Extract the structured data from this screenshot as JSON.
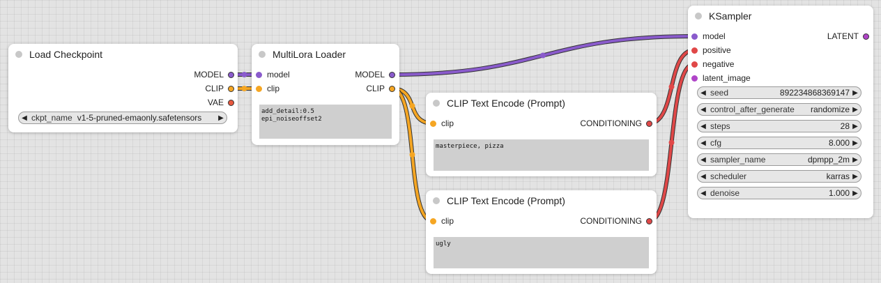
{
  "colors": {
    "model": "#8a5bcc",
    "clip": "#f5a623",
    "vae": "#e8583e",
    "conditioning": "#e04848",
    "latent": "#b044c8",
    "background": "#e3e3e3"
  },
  "load_checkpoint": {
    "title": "Load Checkpoint",
    "outputs": [
      "MODEL",
      "CLIP",
      "VAE"
    ],
    "ckpt_name": {
      "name": "ckpt_name",
      "value": "v1-5-pruned-emaonly.safetensors"
    }
  },
  "multilora": {
    "title": "MultiLora Loader",
    "inputs": [
      "model",
      "clip"
    ],
    "outputs": [
      "MODEL",
      "CLIP"
    ],
    "text": "add_detail:0.5\nepi_noiseoffset2"
  },
  "clip_pos": {
    "title": "CLIP Text Encode (Prompt)",
    "input": "clip",
    "output": "CONDITIONING",
    "text": "masterpiece, pizza"
  },
  "clip_neg": {
    "title": "CLIP Text Encode (Prompt)",
    "input": "clip",
    "output": "CONDITIONING",
    "text": "ugly"
  },
  "ksampler": {
    "title": "KSampler",
    "inputs": [
      "model",
      "positive",
      "negative",
      "latent_image"
    ],
    "output": "LATENT",
    "widgets": [
      {
        "name": "seed",
        "value": "892234868369147"
      },
      {
        "name": "control_after_generate",
        "value": "randomize"
      },
      {
        "name": "steps",
        "value": "28"
      },
      {
        "name": "cfg",
        "value": "8.000"
      },
      {
        "name": "sampler_name",
        "value": "dpmpp_2m"
      },
      {
        "name": "scheduler",
        "value": "karras"
      },
      {
        "name": "denoise",
        "value": "1.000"
      }
    ]
  }
}
